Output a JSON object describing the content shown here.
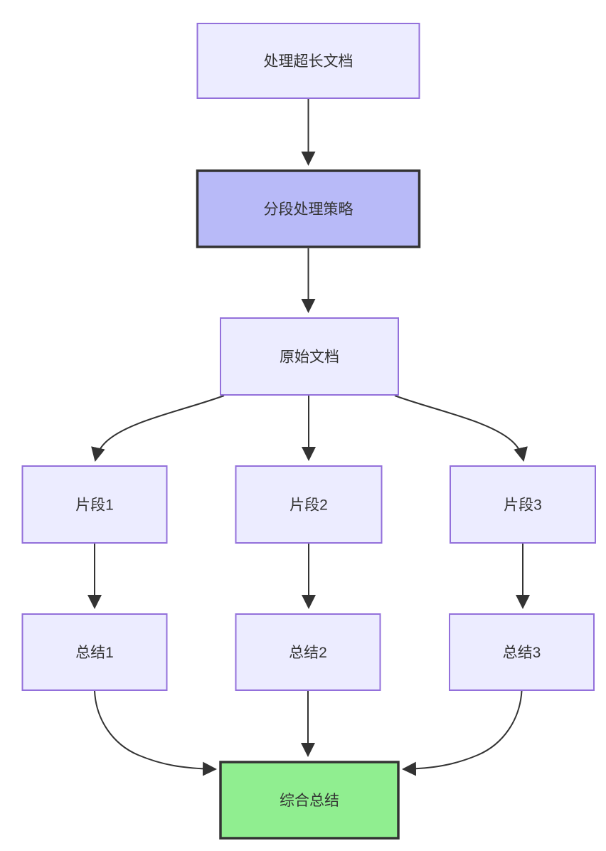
{
  "diagram": {
    "type": "flowchart",
    "direction": "top-down",
    "nodes": [
      {
        "id": "A",
        "label": "处理超长文档",
        "style": "default"
      },
      {
        "id": "B",
        "label": "分段处理策略",
        "style": "accent-purple"
      },
      {
        "id": "C",
        "label": "原始文档",
        "style": "default"
      },
      {
        "id": "D1",
        "label": "片段1",
        "style": "default"
      },
      {
        "id": "D2",
        "label": "片段2",
        "style": "default"
      },
      {
        "id": "D3",
        "label": "片段3",
        "style": "default"
      },
      {
        "id": "E1",
        "label": "总结1",
        "style": "default"
      },
      {
        "id": "E2",
        "label": "总结2",
        "style": "default"
      },
      {
        "id": "E3",
        "label": "总结3",
        "style": "default"
      },
      {
        "id": "F",
        "label": "综合总结",
        "style": "accent-green"
      }
    ],
    "edges": [
      {
        "from": "A",
        "to": "B"
      },
      {
        "from": "B",
        "to": "C"
      },
      {
        "from": "C",
        "to": "D1"
      },
      {
        "from": "C",
        "to": "D2"
      },
      {
        "from": "C",
        "to": "D3"
      },
      {
        "from": "D1",
        "to": "E1"
      },
      {
        "from": "D2",
        "to": "E2"
      },
      {
        "from": "D3",
        "to": "E3"
      },
      {
        "from": "E1",
        "to": "F"
      },
      {
        "from": "E2",
        "to": "F"
      },
      {
        "from": "E3",
        "to": "F"
      }
    ],
    "colors": {
      "node_fill": "#ECECFF",
      "node_border": "#9370DB",
      "accent_purple_fill": "#b8baf8",
      "accent_green_fill": "#90EE90",
      "accent_border": "#333333",
      "edge": "#333333",
      "text": "#333333",
      "background": "#ffffff"
    }
  }
}
